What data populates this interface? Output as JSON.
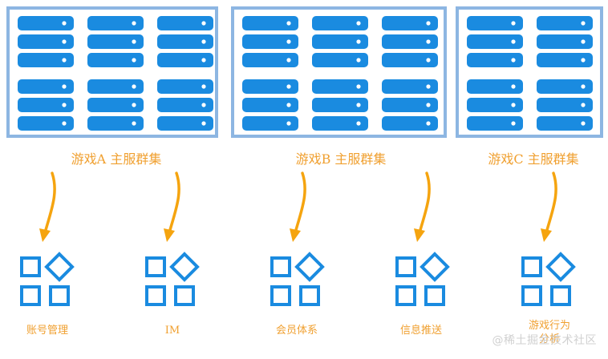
{
  "colors": {
    "frame": "#8db6e2",
    "server_unit": "#1a8be0",
    "server_dot": "#ffffff",
    "arrow": "#f5a40f",
    "service_icon": "#1a8be0",
    "label_text": "#f0a030"
  },
  "clusters": [
    {
      "label": "游戏A 主服群集",
      "arrow_to": "账号管理"
    },
    {
      "label": "游戏B 主服群集",
      "arrow_to": "会员体系"
    },
    {
      "label": "游戏C 主服群集",
      "arrow_to": "游戏行为分析"
    }
  ],
  "services": [
    {
      "label": "账号管理",
      "icon": "modules-icon"
    },
    {
      "label": "IM",
      "icon": "modules-icon"
    },
    {
      "label": "会员体系",
      "icon": "modules-icon"
    },
    {
      "label": "信息推送",
      "icon": "modules-icon"
    },
    {
      "label_line1": "游戏行为",
      "label_line2": "分析",
      "icon": "modules-icon"
    }
  ],
  "arrows_from_services": [
    {
      "from": "游戏A 主服群集",
      "to": "IM"
    },
    {
      "from": "游戏B 主服群集",
      "to": "信息推送"
    }
  ],
  "watermark": "@稀土掘金技术社区"
}
